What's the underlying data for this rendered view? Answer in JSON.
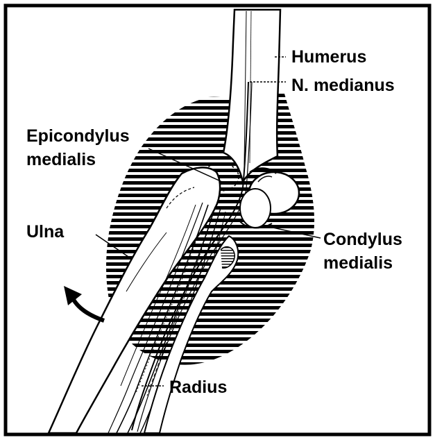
{
  "labels": {
    "humerus": "Humerus",
    "n_medianus": "N. medianus",
    "epicondylus_line1": "Epicondylus",
    "epicondylus_line2": "medialis",
    "ulna": "Ulna",
    "condylus_line1": "Condylus",
    "condylus_line2": "medialis",
    "radius": "Radius"
  },
  "colors": {
    "ink": "#000000",
    "paper": "#ffffff"
  }
}
